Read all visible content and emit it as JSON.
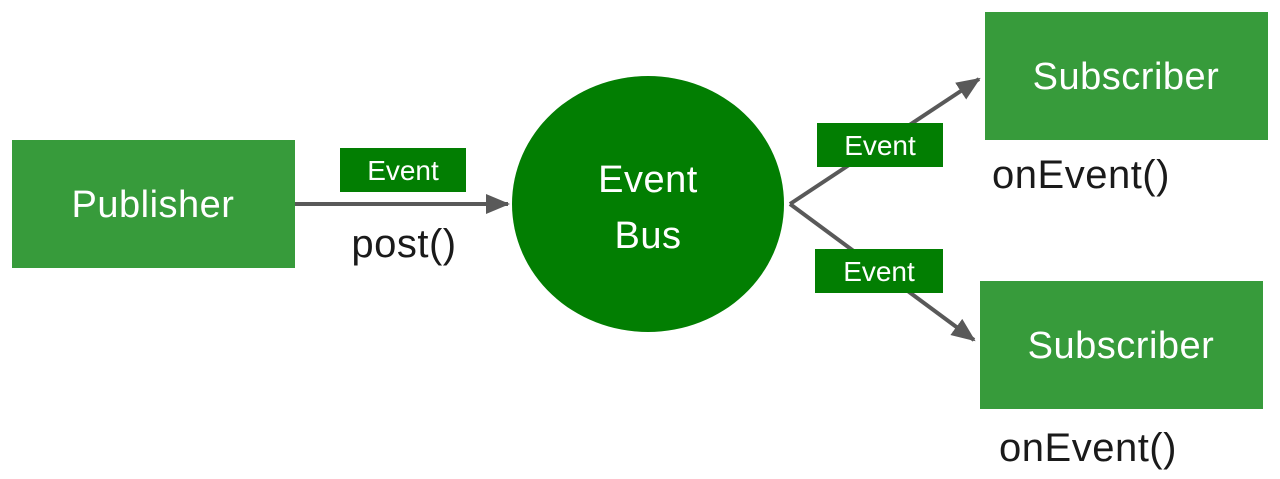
{
  "diagram": {
    "type": "event-bus-pattern",
    "colors": {
      "box_green": "#379B3B",
      "dark_green": "#027E02",
      "arrow_gray": "#595959",
      "text_black": "#1A1A1A",
      "text_white": "#FFFFFF",
      "background": "#FFFFFF"
    },
    "publisher": {
      "label": "Publisher",
      "method": "post()"
    },
    "bus": {
      "label_line1": "Event",
      "label_line2": "Bus"
    },
    "event_badges": {
      "post": "Event",
      "subscribe_top": "Event",
      "subscribe_bottom": "Event"
    },
    "subscribers": {
      "top": {
        "label": "Subscriber",
        "method": "onEvent()"
      },
      "bottom": {
        "label": "Subscriber",
        "method": "onEvent()"
      }
    }
  }
}
